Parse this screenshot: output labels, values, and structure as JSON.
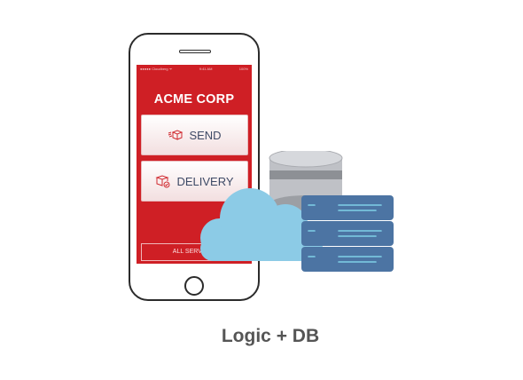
{
  "phone": {
    "status": {
      "carrier": "●●●●● Cloudberg ᯤ",
      "time": "9:41 AM",
      "battery": "100%"
    },
    "app_title": "ACME CORP",
    "buttons": [
      {
        "label": "SEND",
        "icon": "boxes-icon"
      },
      {
        "label": "DELIVERY",
        "icon": "package-delivery-icon"
      }
    ],
    "footer_button": "ALL SERVICES"
  },
  "illustration": {
    "elements": [
      "cloud-icon",
      "database-icon",
      "server-stack-icon"
    ],
    "colors": {
      "cloud": "#8ccbe6",
      "db_light": "#bfc1c6",
      "db_dark": "#8d9095",
      "server": "#4c74a3",
      "server_line": "#7fd0e8",
      "screen_red": "#cf1f25"
    }
  },
  "caption": "Logic + DB"
}
